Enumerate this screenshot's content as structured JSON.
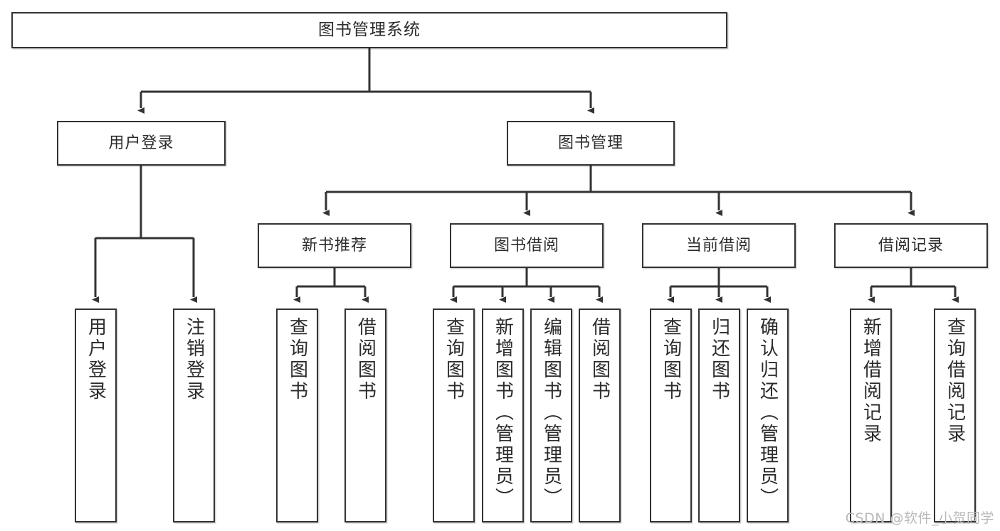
{
  "diagram": {
    "type": "tree-hierarchy-chart",
    "title": "图书管理系统",
    "line_color": "#333333",
    "text_color": "#2b2b2b",
    "background_color": "#ffffff",
    "root": {
      "label": "图书管理系统"
    },
    "level2": [
      {
        "label": "用户登录"
      },
      {
        "label": "图书管理"
      }
    ],
    "level3": [
      {
        "label": "新书推荐"
      },
      {
        "label": "图书借阅"
      },
      {
        "label": "当前借阅"
      },
      {
        "label": "借阅记录"
      }
    ],
    "leaves": {
      "user_login": [
        {
          "label": "用户登录"
        },
        {
          "label": "注销登录"
        }
      ],
      "new_book_recommend": [
        {
          "label": "查询图书"
        },
        {
          "label": "借阅图书"
        }
      ],
      "book_borrow": [
        {
          "label": "查询图书"
        },
        {
          "label": "新增图书（管理员）"
        },
        {
          "label": "编辑图书（管理员）"
        },
        {
          "label": "借阅图书"
        }
      ],
      "current_borrow": [
        {
          "label": "查询图书"
        },
        {
          "label": "归还图书"
        },
        {
          "label": "确认归还（管理员）"
        }
      ],
      "borrow_record": [
        {
          "label": "新增借阅记录"
        },
        {
          "label": "查询借阅记录"
        }
      ]
    }
  },
  "watermark": {
    "text": "CSDN @软件_小贺同学"
  }
}
